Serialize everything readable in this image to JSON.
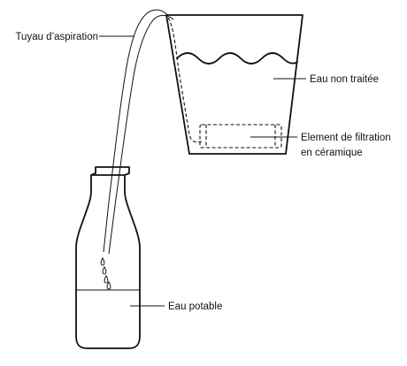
{
  "labels": {
    "hose": "Tuyau d’aspiration",
    "untreated_water": "Eau non traitée",
    "filter_line1": "Element de filtration",
    "filter_line2": "en céramique",
    "drinking_water": "Eau potable"
  },
  "colors": {
    "ink": "#111111",
    "background": "#ffffff"
  }
}
